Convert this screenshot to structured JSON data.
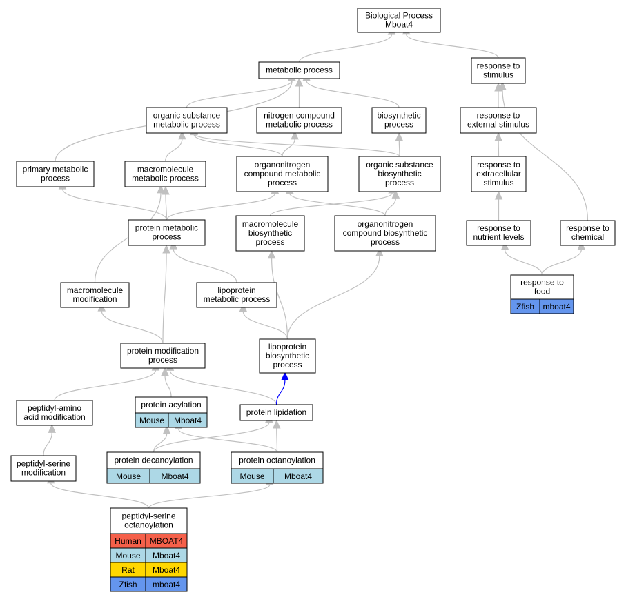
{
  "colors": {
    "edge": "#c0c0c0",
    "highlight_edge": "#0000ff",
    "Human": "#f5604a",
    "Mouse": "#add8e6",
    "Rat": "#ffd700",
    "Zfish": "#6495ed"
  },
  "nodes": [
    {
      "id": "bp_root",
      "lines": [
        "Biological Process",
        "Mboat4"
      ]
    },
    {
      "id": "metabolic_process",
      "lines": [
        "metabolic process"
      ]
    },
    {
      "id": "response_to_stimulus",
      "lines": [
        "response to",
        "stimulus"
      ]
    },
    {
      "id": "organic_substance_metabolic_process",
      "lines": [
        "organic substance",
        "metabolic process"
      ]
    },
    {
      "id": "nitrogen_compound_metabolic_process",
      "lines": [
        "nitrogen compound",
        "metabolic process"
      ]
    },
    {
      "id": "biosynthetic_process",
      "lines": [
        "biosynthetic",
        "process"
      ]
    },
    {
      "id": "response_to_external_stimulus",
      "lines": [
        "response to",
        "external stimulus"
      ]
    },
    {
      "id": "primary_metabolic_process",
      "lines": [
        "primary metabolic",
        "process"
      ]
    },
    {
      "id": "macromolecule_metabolic_process",
      "lines": [
        "macromolecule",
        "metabolic process"
      ]
    },
    {
      "id": "organonitrogen_compound_metabolic_process",
      "lines": [
        "organonitrogen",
        "compound metabolic",
        "process"
      ]
    },
    {
      "id": "organic_substance_biosynthetic_process",
      "lines": [
        "organic substance",
        "biosynthetic",
        "process"
      ]
    },
    {
      "id": "response_to_extracellular_stimulus",
      "lines": [
        "response to",
        "extracellular",
        "stimulus"
      ]
    },
    {
      "id": "protein_metabolic_process",
      "lines": [
        "protein metabolic",
        "process"
      ]
    },
    {
      "id": "macromolecule_biosynthetic_process",
      "lines": [
        "macromolecule",
        "biosynthetic",
        "process"
      ]
    },
    {
      "id": "organonitrogen_compound_biosynthetic_process",
      "lines": [
        "organonitrogen",
        "compound biosynthetic",
        "process"
      ]
    },
    {
      "id": "response_to_nutrient_levels",
      "lines": [
        "response to",
        "nutrient levels"
      ]
    },
    {
      "id": "response_to_chemical",
      "lines": [
        "response to",
        "chemical"
      ]
    },
    {
      "id": "macromolecule_modification",
      "lines": [
        "macromolecule",
        "modification"
      ]
    },
    {
      "id": "lipoprotein_metabolic_process",
      "lines": [
        "lipoprotein",
        "metabolic process"
      ]
    },
    {
      "id": "response_to_food",
      "lines": [
        "response to",
        "food"
      ],
      "annotations": [
        {
          "species": "Zfish",
          "gene": "mboat4"
        }
      ]
    },
    {
      "id": "protein_modification_process",
      "lines": [
        "protein modification",
        "process"
      ]
    },
    {
      "id": "lipoprotein_biosynthetic_process",
      "lines": [
        "lipoprotein",
        "biosynthetic",
        "process"
      ]
    },
    {
      "id": "peptidyl_amino_acid_modification",
      "lines": [
        "peptidyl-amino",
        "acid modification"
      ]
    },
    {
      "id": "protein_acylation",
      "lines": [
        "protein acylation"
      ],
      "annotations": [
        {
          "species": "Mouse",
          "gene": "Mboat4"
        }
      ]
    },
    {
      "id": "protein_lipidation",
      "lines": [
        "protein lipidation"
      ]
    },
    {
      "id": "peptidyl_serine_modification",
      "lines": [
        "peptidyl-serine",
        "modification"
      ]
    },
    {
      "id": "protein_decanoylation",
      "lines": [
        "protein decanoylation"
      ],
      "annotations": [
        {
          "species": "Mouse",
          "gene": "Mboat4"
        }
      ]
    },
    {
      "id": "protein_octanoylation",
      "lines": [
        "protein octanoylation"
      ],
      "annotations": [
        {
          "species": "Mouse",
          "gene": "Mboat4"
        }
      ]
    },
    {
      "id": "peptidyl_serine_octanoylation",
      "lines": [
        "peptidyl-serine",
        "octanoylation"
      ],
      "annotations": [
        {
          "species": "Human",
          "gene": "MBOAT4"
        },
        {
          "species": "Mouse",
          "gene": "Mboat4"
        },
        {
          "species": "Rat",
          "gene": "Mboat4"
        },
        {
          "species": "Zfish",
          "gene": "mboat4"
        }
      ]
    }
  ],
  "edges": [
    {
      "from": "metabolic_process",
      "to": "bp_root"
    },
    {
      "from": "response_to_stimulus",
      "to": "bp_root"
    },
    {
      "from": "organic_substance_metabolic_process",
      "to": "metabolic_process"
    },
    {
      "from": "nitrogen_compound_metabolic_process",
      "to": "metabolic_process"
    },
    {
      "from": "biosynthetic_process",
      "to": "metabolic_process"
    },
    {
      "from": "primary_metabolic_process",
      "to": "metabolic_process"
    },
    {
      "from": "response_to_external_stimulus",
      "to": "response_to_stimulus"
    },
    {
      "from": "response_to_chemical",
      "to": "response_to_stimulus"
    },
    {
      "from": "macromolecule_metabolic_process",
      "to": "organic_substance_metabolic_process"
    },
    {
      "from": "organonitrogen_compound_metabolic_process",
      "to": "organic_substance_metabolic_process"
    },
    {
      "from": "organic_substance_biosynthetic_process",
      "to": "organic_substance_metabolic_process"
    },
    {
      "from": "organonitrogen_compound_metabolic_process",
      "to": "nitrogen_compound_metabolic_process"
    },
    {
      "from": "organic_substance_biosynthetic_process",
      "to": "biosynthetic_process"
    },
    {
      "from": "response_to_extracellular_stimulus",
      "to": "response_to_external_stimulus"
    },
    {
      "from": "protein_metabolic_process",
      "to": "primary_metabolic_process"
    },
    {
      "from": "protein_metabolic_process",
      "to": "macromolecule_metabolic_process"
    },
    {
      "from": "macromolecule_modification",
      "to": "macromolecule_metabolic_process"
    },
    {
      "from": "protein_metabolic_process",
      "to": "organonitrogen_compound_metabolic_process"
    },
    {
      "from": "organonitrogen_compound_biosynthetic_process",
      "to": "organonitrogen_compound_metabolic_process"
    },
    {
      "from": "macromolecule_biosynthetic_process",
      "to": "organic_substance_biosynthetic_process"
    },
    {
      "from": "organonitrogen_compound_biosynthetic_process",
      "to": "organic_substance_biosynthetic_process"
    },
    {
      "from": "response_to_nutrient_levels",
      "to": "response_to_extracellular_stimulus"
    },
    {
      "from": "lipoprotein_metabolic_process",
      "to": "protein_metabolic_process"
    },
    {
      "from": "protein_modification_process",
      "to": "protein_metabolic_process"
    },
    {
      "from": "lipoprotein_biosynthetic_process",
      "to": "macromolecule_biosynthetic_process"
    },
    {
      "from": "lipoprotein_biosynthetic_process",
      "to": "organonitrogen_compound_biosynthetic_process"
    },
    {
      "from": "response_to_food",
      "to": "response_to_nutrient_levels"
    },
    {
      "from": "response_to_food",
      "to": "response_to_chemical"
    },
    {
      "from": "protein_modification_process",
      "to": "macromolecule_modification"
    },
    {
      "from": "lipoprotein_biosynthetic_process",
      "to": "lipoprotein_metabolic_process"
    },
    {
      "from": "peptidyl_amino_acid_modification",
      "to": "protein_modification_process"
    },
    {
      "from": "protein_acylation",
      "to": "protein_modification_process"
    },
    {
      "from": "protein_lipidation",
      "to": "protein_modification_process"
    },
    {
      "from": "protein_lipidation",
      "to": "lipoprotein_biosynthetic_process",
      "highlight": true
    },
    {
      "from": "peptidyl_serine_modification",
      "to": "peptidyl_amino_acid_modification"
    },
    {
      "from": "protein_decanoylation",
      "to": "protein_acylation"
    },
    {
      "from": "protein_decanoylation",
      "to": "protein_lipidation"
    },
    {
      "from": "protein_octanoylation",
      "to": "protein_acylation"
    },
    {
      "from": "protein_octanoylation",
      "to": "protein_lipidation"
    },
    {
      "from": "peptidyl_serine_octanoylation",
      "to": "peptidyl_serine_modification"
    },
    {
      "from": "peptidyl_serine_octanoylation",
      "to": "protein_octanoylation"
    }
  ]
}
